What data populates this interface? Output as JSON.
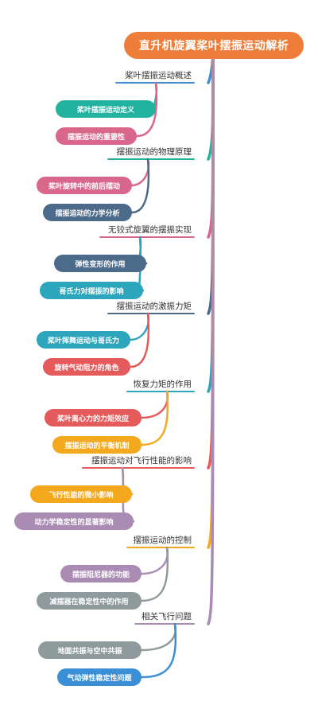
{
  "root": {
    "label": "直升机旋翼桨叶摆振运动解析",
    "color": "#ef7d3a"
  },
  "branches": [
    {
      "label": "桨叶摆振运动概述",
      "color": "#3a8fd6",
      "leaves": [
        {
          "label": "桨叶摆振运动定义",
          "color": "#22b3a0"
        },
        {
          "label": "摆振运动的重要性",
          "color": "#d9678b"
        }
      ]
    },
    {
      "label": "摆振运动的物理原理",
      "color": "#22b3a0",
      "leaves": [
        {
          "label": "桨叶旋转中的前后摆动",
          "color": "#d9678b"
        },
        {
          "label": "摆振运动的力学分析",
          "color": "#4c6a8a"
        }
      ]
    },
    {
      "label": "无铰式旋翼的摆振实现",
      "color": "#d9678b",
      "leaves": [
        {
          "label": "弹性变形的作用",
          "color": "#4c6a8a"
        },
        {
          "label": "哥氏力对摆振的影响",
          "color": "#2ca5bd"
        }
      ]
    },
    {
      "label": "摆振运动的激振力矩",
      "color": "#4c6a8a",
      "leaves": [
        {
          "label": "桨叶挥舞运动与哥氏力",
          "color": "#2ca5bd"
        },
        {
          "label": "旋转气动阻力的角色",
          "color": "#e55a5a"
        }
      ]
    },
    {
      "label": "恢复力矩的作用",
      "color": "#2ca5bd",
      "leaves": [
        {
          "label": "桨叶离心力的力矩效应",
          "color": "#e55a5a"
        },
        {
          "label": "摆振运动的平衡机制",
          "color": "#f3a81d"
        }
      ]
    },
    {
      "label": "摆振运动对飞行性能的影响",
      "color": "#e55a5a",
      "leaves": [
        {
          "label": "飞行性能的微小影响",
          "color": "#f3a81d"
        },
        {
          "label": "动力学稳定性的显著影响",
          "color": "#a98bb3"
        }
      ]
    },
    {
      "label": "摆振运动的控制",
      "color": "#f3a81d",
      "leaves": [
        {
          "label": "摆振阻尼器的功能",
          "color": "#a98bb3"
        },
        {
          "label": "减摆器在稳定性中的作用",
          "color": "#8e9a9b"
        }
      ]
    },
    {
      "label": "相关飞行问题",
      "color": "#a98bb3",
      "leaves": [
        {
          "label": "地面共振与空中共振",
          "color": "#8e9a9b"
        },
        {
          "label": "气动弹性稳定性问题",
          "color": "#3a8fd6"
        }
      ]
    }
  ]
}
